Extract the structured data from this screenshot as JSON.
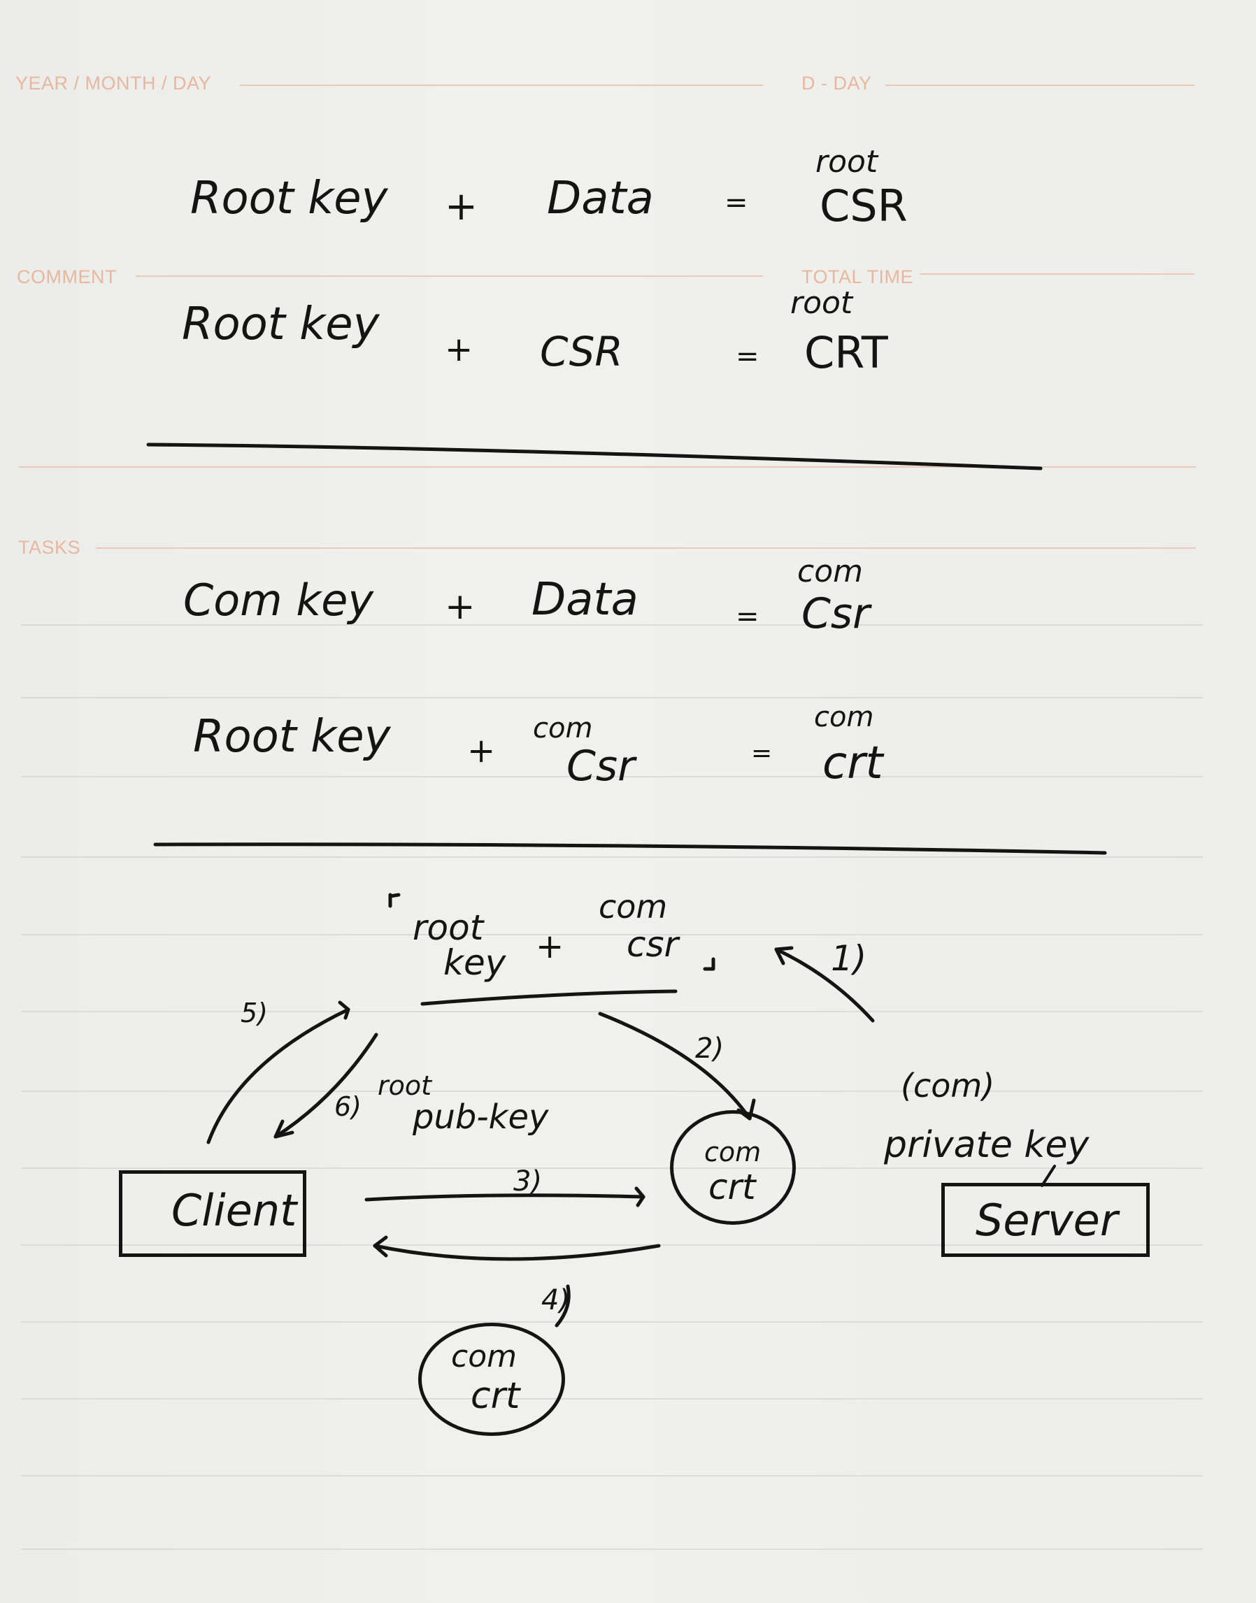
{
  "header": {
    "date_label": "YEAR / MONTH / DAY",
    "dday_label": "D - DAY",
    "comment_label": "COMMENT",
    "total_time_label": "TOTAL TIME",
    "tasks_label": "TASKS"
  },
  "equations": [
    {
      "left": "Root key",
      "op": "+",
      "right": "Data",
      "eq": "=",
      "result_top": "root",
      "result": "CSR"
    },
    {
      "left": "Root key",
      "op": "+",
      "right": "CSR",
      "eq": "=",
      "result_top": "root",
      "result": "CRT"
    },
    {
      "left": "Com key",
      "op": "+",
      "right": "Data",
      "eq": "=",
      "result_top": "com",
      "result": "Csr"
    },
    {
      "left": "Root key",
      "op": "+",
      "right_top": "com",
      "right": "Csr",
      "eq": "=",
      "result_top": "com",
      "result": "crt"
    }
  ],
  "diagram": {
    "top_left_line1": "root",
    "top_left_line2": "key",
    "top_plus": "+",
    "top_right_line1": "com",
    "top_right_line2": "csr",
    "step1": "1)",
    "step2": "2)",
    "step3": "3)",
    "step4": "4)",
    "step5": "5)",
    "step6": "6)",
    "root_label": "root",
    "pub_key_label": "pub-key",
    "client": "Client",
    "server": "Server",
    "com_label_paren": "(com)",
    "private_key": "private key",
    "cert_circle_right_line1": "com",
    "cert_circle_right_line2": "crt",
    "cert_circle_bottom_line1": "com",
    "cert_circle_bottom_line2": "crt"
  }
}
